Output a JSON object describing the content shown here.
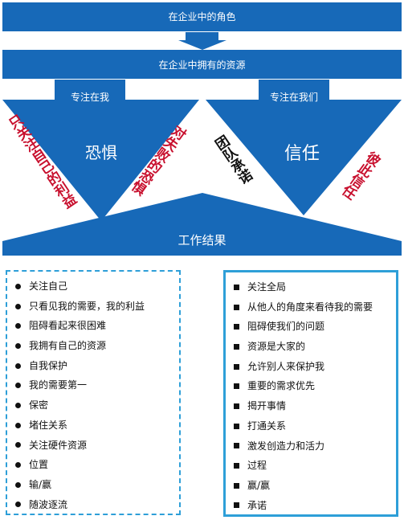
{
  "diagram": {
    "role_label": "在企业中的角色",
    "resources_label": "在企业中拥有的资源",
    "focus_self_label": "专注在我",
    "focus_us_label": "专注在我们",
    "fear_label": "恐惧",
    "trust_label": "信任",
    "result_label": "工作结果",
    "left_red_text": "只关注自己的利益",
    "mid_red_text": "对失败的恐惧",
    "mid_black_text": "团队承诺",
    "right_red_text": "彼此信任",
    "colors": {
      "primary_blue": "#1769b8",
      "accent_red": "#c8102e",
      "panel_border": "#2e9fd8"
    }
  },
  "left_panel": {
    "items": [
      "关注自己",
      "只看见我的需要，我的利益",
      "阻碍看起来很困难",
      "我拥有自己的资源",
      "自我保护",
      "我的需要第一",
      "保密",
      "堵住关系",
      "关注硬件资源",
      "位置",
      "输/赢",
      "随波逐流"
    ]
  },
  "right_panel": {
    "items": [
      "关注全局",
      "从他人的角度来看待我的需要",
      "阻碍使我们的问题",
      "资源是大家的",
      "允许别人来保护我",
      "重要的需求优先",
      "揭开事情",
      "打通关系",
      "激发创造力和活力",
      "过程",
      "赢/赢",
      "承诺"
    ]
  }
}
